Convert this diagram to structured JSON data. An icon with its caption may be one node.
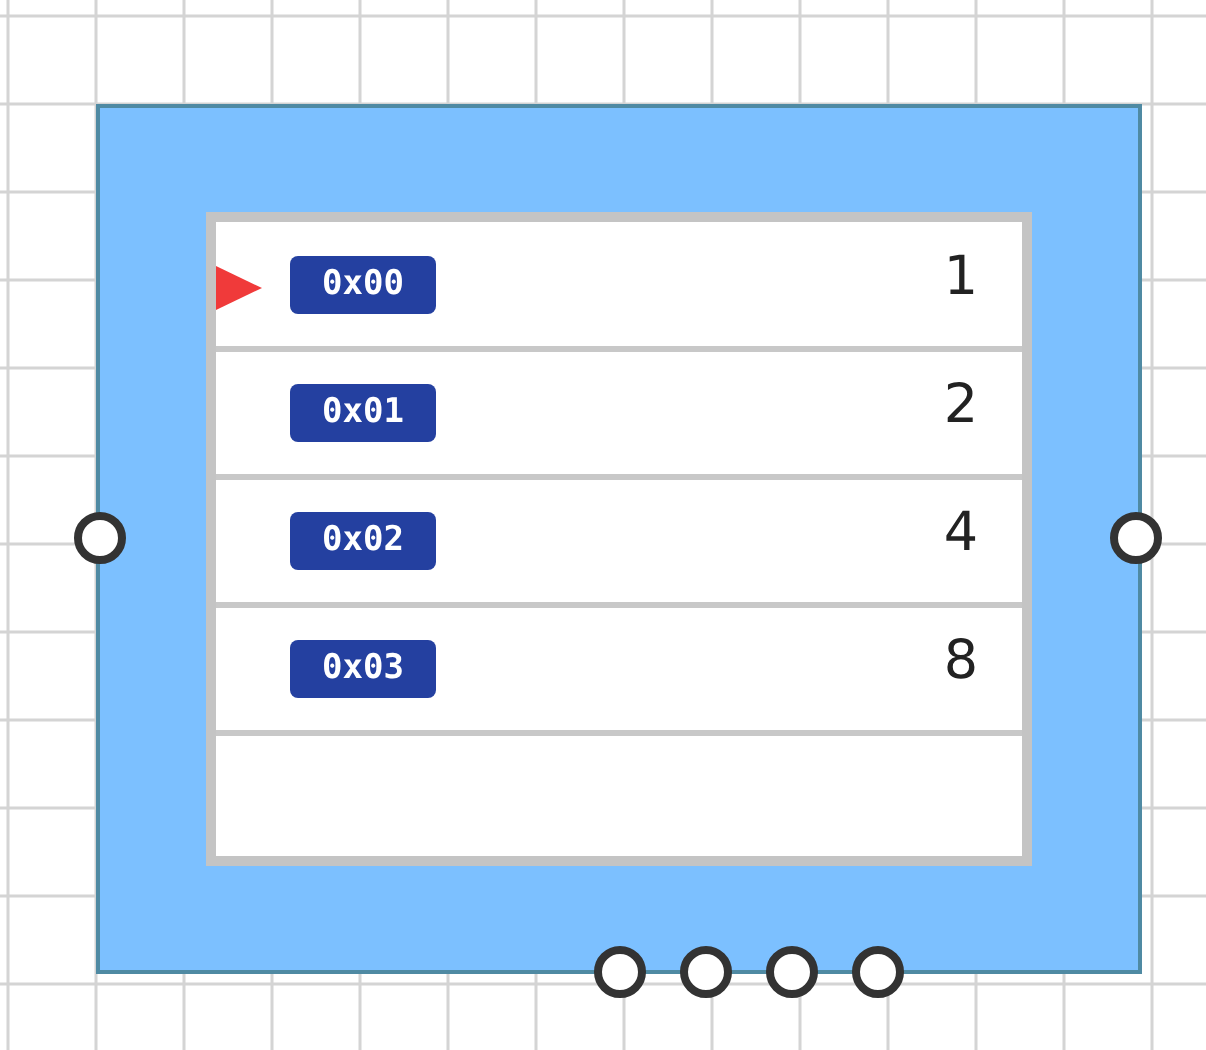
{
  "diagram": {
    "labels": [
      "0x00",
      "1",
      "0x01",
      "2",
      "0x02",
      "4",
      "0x03",
      "8"
    ]
  }
}
